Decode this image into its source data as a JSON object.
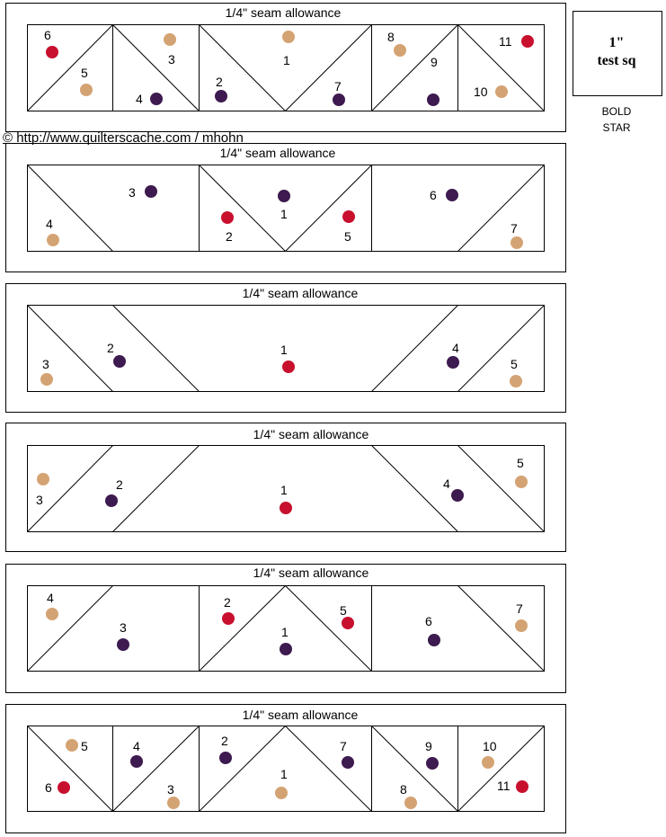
{
  "seam_label": "1/4\" seam allowance",
  "credit": "© http://www.quilterscache.com / mhohn",
  "test_square": {
    "line1": "1\"",
    "line2": "test sq"
  },
  "block_name": {
    "line1": "BOLD",
    "line2": "STAR"
  },
  "colors": {
    "red": "#c8102e",
    "purple": "#3d1a4f",
    "tan": "#d4a373"
  },
  "panels": [
    {
      "pieces": [
        {
          "n": "6",
          "c": "red"
        },
        {
          "n": "5",
          "c": "tan"
        },
        {
          "n": "3",
          "c": "tan"
        },
        {
          "n": "4",
          "c": "purple"
        },
        {
          "n": "1",
          "c": "tan"
        },
        {
          "n": "2",
          "c": "purple"
        },
        {
          "n": "7",
          "c": "purple"
        },
        {
          "n": "8",
          "c": "tan"
        },
        {
          "n": "9",
          "c": "purple"
        },
        {
          "n": "11",
          "c": "red"
        },
        {
          "n": "10",
          "c": "tan"
        }
      ]
    },
    {
      "pieces": [
        {
          "n": "3",
          "c": "purple"
        },
        {
          "n": "4",
          "c": "tan"
        },
        {
          "n": "1",
          "c": "purple"
        },
        {
          "n": "2",
          "c": "red"
        },
        {
          "n": "5",
          "c": "red"
        },
        {
          "n": "6",
          "c": "purple"
        },
        {
          "n": "7",
          "c": "tan"
        }
      ]
    },
    {
      "pieces": [
        {
          "n": "3",
          "c": "tan"
        },
        {
          "n": "2",
          "c": "purple"
        },
        {
          "n": "1",
          "c": "red"
        },
        {
          "n": "4",
          "c": "purple"
        },
        {
          "n": "5",
          "c": "tan"
        }
      ]
    },
    {
      "pieces": [
        {
          "n": "3",
          "c": "tan"
        },
        {
          "n": "2",
          "c": "purple"
        },
        {
          "n": "1",
          "c": "red"
        },
        {
          "n": "4",
          "c": "purple"
        },
        {
          "n": "5",
          "c": "tan"
        }
      ]
    },
    {
      "pieces": [
        {
          "n": "4",
          "c": "tan"
        },
        {
          "n": "3",
          "c": "purple"
        },
        {
          "n": "2",
          "c": "red"
        },
        {
          "n": "1",
          "c": "purple"
        },
        {
          "n": "5",
          "c": "red"
        },
        {
          "n": "6",
          "c": "purple"
        },
        {
          "n": "7",
          "c": "tan"
        }
      ]
    },
    {
      "pieces": [
        {
          "n": "5",
          "c": "tan"
        },
        {
          "n": "6",
          "c": "red"
        },
        {
          "n": "4",
          "c": "purple"
        },
        {
          "n": "3",
          "c": "tan"
        },
        {
          "n": "2",
          "c": "purple"
        },
        {
          "n": "1",
          "c": "tan"
        },
        {
          "n": "7",
          "c": "purple"
        },
        {
          "n": "9",
          "c": "purple"
        },
        {
          "n": "8",
          "c": "tan"
        },
        {
          "n": "10",
          "c": "tan"
        },
        {
          "n": "11",
          "c": "red"
        }
      ]
    }
  ]
}
